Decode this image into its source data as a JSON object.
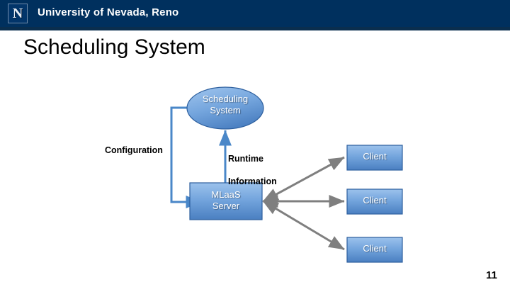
{
  "header": {
    "logo_glyph": "N",
    "logo_name": "block-n-logo",
    "institution": "University of Nevada, Reno",
    "bar_color": "#00305e",
    "underline_color": "#0a2e4e"
  },
  "slide": {
    "title": "Scheduling System",
    "page_number": "11"
  },
  "diagram": {
    "accent_blue": "#4a87c8",
    "shape_fill_top": "#91bbe9",
    "shape_fill_bottom": "#4e82c4",
    "shape_border": "#2d5f9e",
    "connector_blue": "#4a87c8",
    "connector_gray": "#7f7f7f",
    "ellipse": {
      "name": "scheduling-system-ellipse",
      "label": "Scheduling\nSystem",
      "line1": "Scheduling",
      "line2": "System"
    },
    "server_box": {
      "name": "mlaas-server-box",
      "label": "MLaaS\nServer",
      "line1": "MLaaS",
      "line2": "Server"
    },
    "clients": [
      {
        "name": "client-box-1",
        "label": "Client"
      },
      {
        "name": "client-box-2",
        "label": "Client"
      },
      {
        "name": "client-box-3",
        "label": "Client"
      }
    ],
    "annotations": [
      {
        "name": "configuration-label",
        "label": "Configuration"
      },
      {
        "name": "runtime-information-label",
        "label": "Runtime\nInformation",
        "line1": "Runtime",
        "line2": "Information"
      }
    ],
    "connectors": [
      {
        "name": "configuration-connector",
        "from": "scheduling-system-ellipse",
        "to": "mlaas-server-box",
        "color": "#4a87c8",
        "style": "elbow-arrow"
      },
      {
        "name": "runtime-information-connector",
        "from": "mlaas-server-box",
        "to": "scheduling-system-ellipse",
        "color": "#4a87c8",
        "style": "straight-arrow"
      },
      {
        "name": "server-client-connector-1",
        "from": "mlaas-server-box",
        "to": "client-box-1",
        "color": "#7f7f7f",
        "style": "double-arrow"
      },
      {
        "name": "server-client-connector-2",
        "from": "mlaas-server-box",
        "to": "client-box-2",
        "color": "#7f7f7f",
        "style": "double-arrow"
      },
      {
        "name": "server-client-connector-3",
        "from": "mlaas-server-box",
        "to": "client-box-3",
        "color": "#7f7f7f",
        "style": "double-arrow"
      }
    ]
  }
}
